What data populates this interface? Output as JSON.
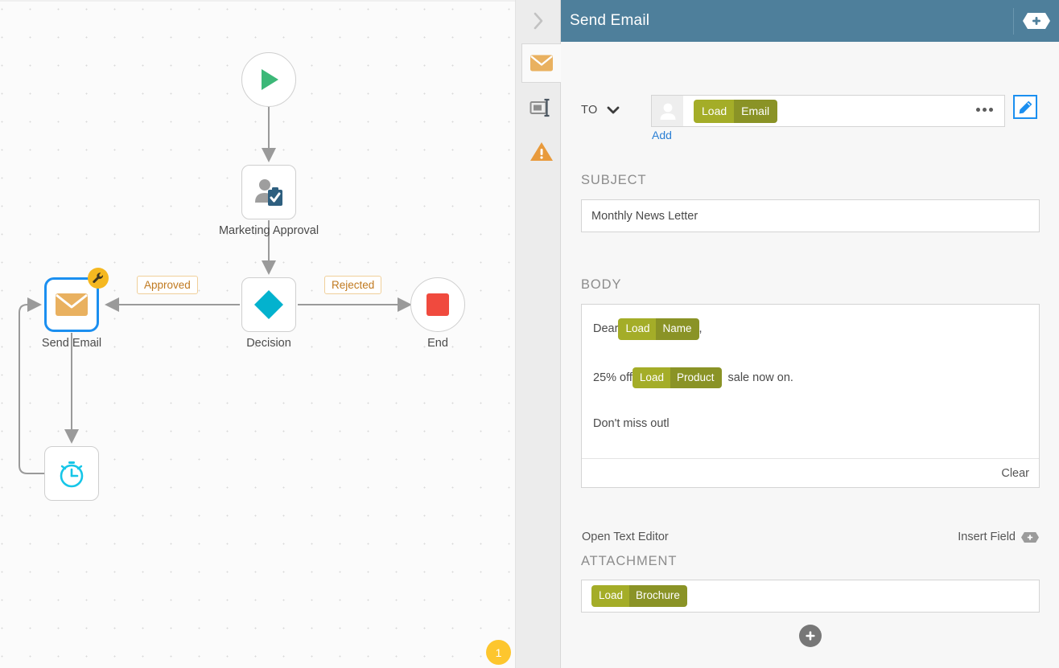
{
  "canvas": {
    "badge_count": "1",
    "collapse_icon": "chevron-right-icon",
    "nodes": [
      {
        "id": "start",
        "label": "",
        "icon": "play-icon",
        "shape": "circle"
      },
      {
        "id": "approval",
        "label": "Marketing Approval",
        "icon": "user-task-icon",
        "shape": "box"
      },
      {
        "id": "decision",
        "label": "Decision",
        "icon": "diamond-icon",
        "shape": "box"
      },
      {
        "id": "end",
        "label": "End",
        "icon": "stop-square-icon",
        "shape": "circle"
      },
      {
        "id": "sendemail",
        "label": "Send Email",
        "icon": "envelope-icon",
        "shape": "box",
        "selected": true,
        "badge": "wrench-icon"
      },
      {
        "id": "timer",
        "label": "",
        "icon": "timer-icon",
        "shape": "box"
      }
    ],
    "edge_labels": [
      {
        "id": "approved",
        "text": "Approved"
      },
      {
        "id": "rejected",
        "text": "Rejected"
      }
    ]
  },
  "tabs": [
    {
      "id": "email",
      "icon": "envelope-icon",
      "active": true
    },
    {
      "id": "fields",
      "icon": "text-field-icon",
      "active": false
    },
    {
      "id": "warnings",
      "icon": "warning-triangle-icon",
      "active": false
    }
  ],
  "header": {
    "title": "Send Email",
    "add_icon": "plus-badge-icon"
  },
  "to": {
    "label": "TO",
    "caret_icon": "chevron-down-icon",
    "avatar_icon": "user-avatar-icon",
    "token": {
      "load": "Load",
      "value": "Email"
    },
    "ellipsis_icon": "more-options-icon",
    "add_label": "Add",
    "edit_icon": "pencil-icon"
  },
  "subject": {
    "title": "SUBJECT",
    "value": "Monthly News Letter",
    "placeholder": ""
  },
  "body": {
    "title": "BODY",
    "lines": [
      {
        "id": "greeting",
        "pre": "Dear ",
        "token": {
          "load": "Load",
          "value": "Name"
        },
        "post": ","
      },
      {
        "id": "offer",
        "pre": "25% off ",
        "token": {
          "load": "Load",
          "value": "Product"
        },
        "post": "sale now on."
      },
      {
        "id": "closing",
        "pre": "Don't miss outl",
        "post": ""
      }
    ],
    "clear_label": "Clear",
    "open_editor_label": "Open Text Editor",
    "insert_field_label": "Insert Field",
    "insert_field_icon": "plus-badge-icon"
  },
  "attachment": {
    "title": "ATTACHMENT",
    "token": {
      "load": "Load",
      "value": "Brochure"
    },
    "add_icon": "plus-circle-icon"
  },
  "colors": {
    "header_bg": "#4e7f9b",
    "token_load": "#a4ad28",
    "token_value": "#8a9326",
    "selected_node": "#1b8ff0",
    "link": "#2a7fd4",
    "badge": "#fdc62e",
    "edge_label_text": "#c0791f"
  }
}
